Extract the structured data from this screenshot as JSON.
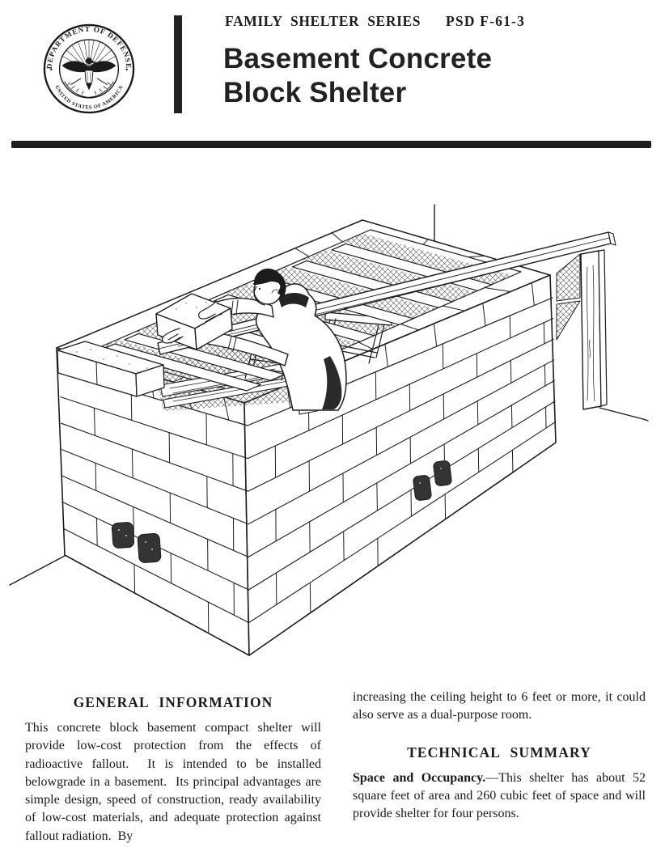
{
  "header": {
    "series_label": "FAMILY SHELTER SERIES",
    "doc_number": "PSD F-61-3",
    "title_line1": "Basement Concrete",
    "title_line2": "Block Shelter",
    "seal": {
      "ring_text_top": "DEPARTMENT OF DEFENSE",
      "ring_text_bottom": "UNITED STATES OF AMERICA"
    }
  },
  "illustration": {
    "description": "Line drawing of a man standing inside a partially built basement concrete block shelter, placing a concrete block on the wall. Wood joists and wire mesh span the top of the block walls, a sawhorse stands inside, a long wood plank rests across the joists, and a wood post supports the beam at the right beside the basement wall corner."
  },
  "sections": {
    "left": {
      "heading": "GENERAL INFORMATION",
      "paragraph": "This concrete block basement compact shelter will provide low-cost protection from the effects of radioactive fallout.  It is intended to be installed belowgrade in a basement.  Its principal advan­tages are simple design, speed of construction, ready availability of low-cost materials, and ade­quate protection against fallout radiation.  By"
    },
    "right": {
      "continuation": "increasing the ceiling height to 6 feet or more, it could also serve as a dual-purpose room.",
      "heading": "TECHNICAL SUMMARY",
      "lead_in": "Space and Occupancy.",
      "paragraph_rest": "—This shelter has about 52 square feet of area and 260 cubic feet of space and will provide shelter for four persons."
    }
  },
  "colors": {
    "ink": "#1b1b1b",
    "paper": "#ffffff"
  }
}
